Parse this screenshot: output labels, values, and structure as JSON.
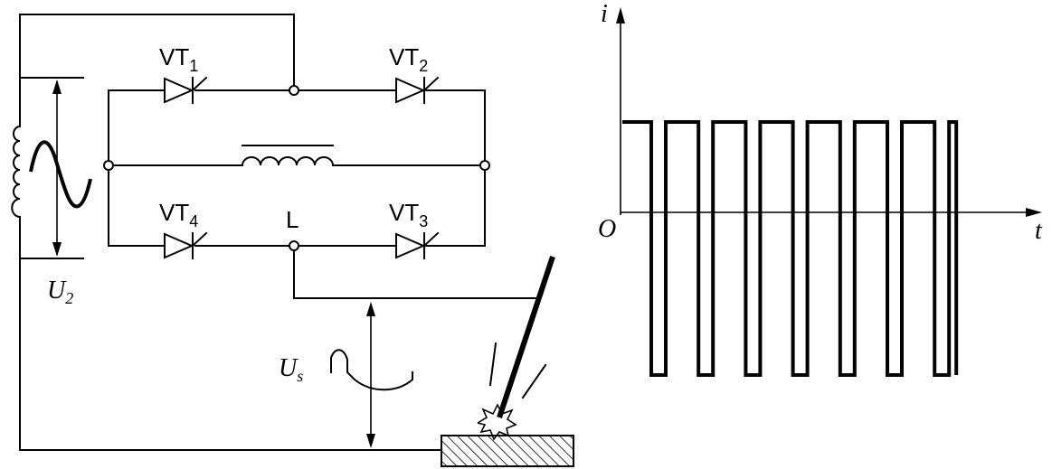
{
  "circuit": {
    "components": [
      {
        "id": "VT1",
        "letters": "VT",
        "index": "1"
      },
      {
        "id": "VT2",
        "letters": "VT",
        "index": "2"
      },
      {
        "id": "VT3",
        "letters": "VT",
        "index": "3"
      },
      {
        "id": "VT4",
        "letters": "VT",
        "index": "4"
      }
    ],
    "node_label": "L",
    "source_label": {
      "main": "U",
      "sub": "2"
    },
    "arc_voltage_label": {
      "main": "U",
      "sub": "s"
    }
  },
  "waveform": {
    "y_axis_label": "i",
    "x_axis_label": "t",
    "origin_label": "O",
    "pulses": 7,
    "levels": {
      "positive": 1.0,
      "negative": -1.8
    }
  }
}
